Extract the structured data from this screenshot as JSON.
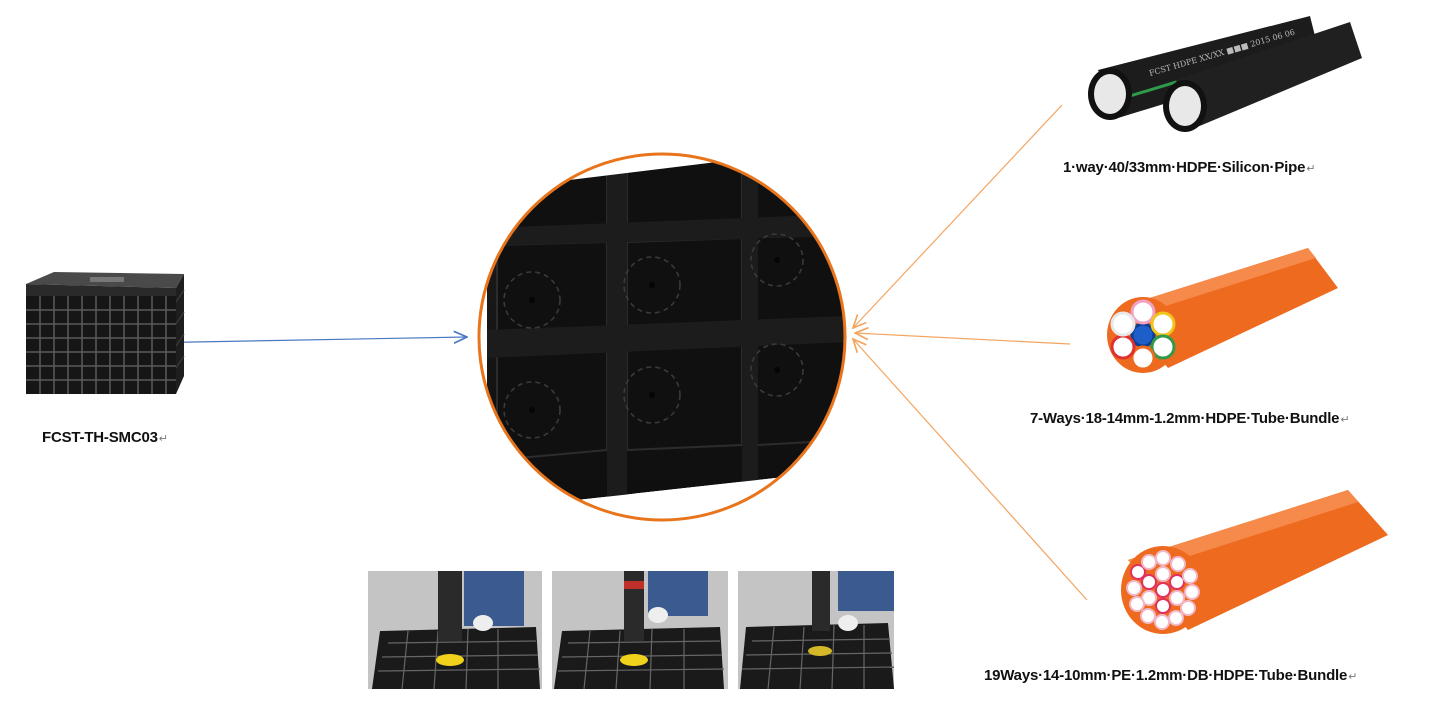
{
  "product": {
    "label": "FCST-TH-SMC03",
    "para_mark": "↵"
  },
  "items": [
    {
      "label": "1·way·40/33mm·HDPE·Silicon·Pipe",
      "para_mark": "↵",
      "pipe_print": "FCST    HDPE  XX/XX  ■■■  2015  06  06"
    },
    {
      "label": "7-Ways·18-14mm-1.2mm·HDPE·Tube·Bundle",
      "para_mark": "↵"
    },
    {
      "label": "19Ways·14-10mm·PE·1.2mm·DB·HDPE·Tube·Bundle",
      "para_mark": "↵"
    }
  ],
  "colors": {
    "blue_arrow": "#4a78c0",
    "orange_arrow": "#f4a460",
    "circle_border": "#e8741c",
    "bundle_orange": "#ee6a1e",
    "pipe_black": "#1a1a1a",
    "pipe_stripe": "#2f9a4a"
  }
}
